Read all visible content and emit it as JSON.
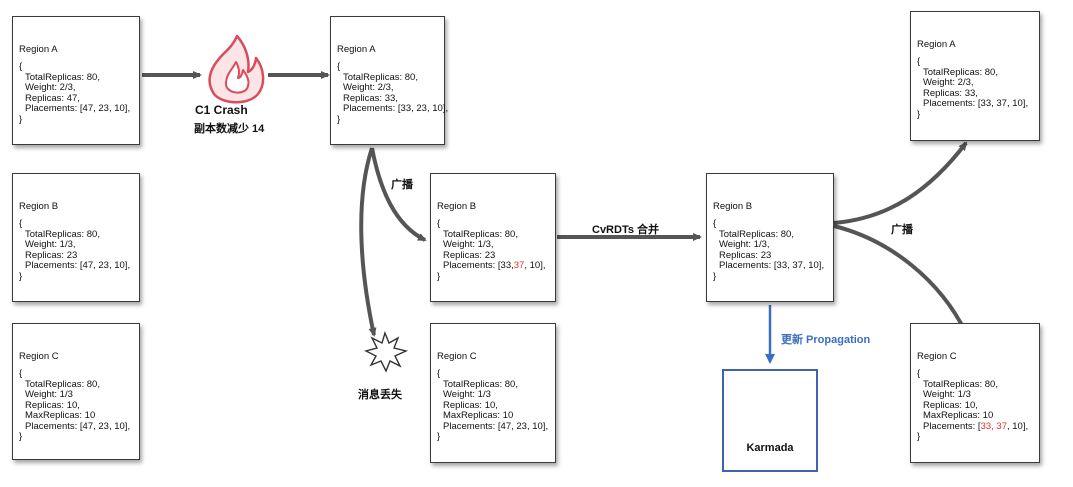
{
  "boxes": {
    "a1": {
      "title": "Region A",
      "lines": [
        "{",
        "TotalReplicas: 80,",
        "Weight: 2/3,",
        "Replicas: 47,",
        "Placements: [47, 23, 10],",
        "}"
      ]
    },
    "b1": {
      "title": "Region B",
      "lines": [
        "{",
        "TotalReplicas: 80,",
        "Weight: 1/3,",
        "Replicas: 23",
        "Placements: [47, 23, 10],",
        "}"
      ]
    },
    "c1": {
      "title": "Region C",
      "lines": [
        "{",
        "TotalReplicas: 80,",
        "Weight: 1/3",
        "Replicas: 10,",
        "MaxReplicas: 10",
        "Placements: [47, 23, 10],",
        "}"
      ]
    },
    "a2": {
      "title": "Region A",
      "lines": [
        "{",
        "TotalReplicas: 80,",
        "Weight: 2/3,",
        "Replicas: 33,",
        "Placements: [33, 23, 10],",
        "}"
      ]
    },
    "b2": {
      "title": "Region B",
      "lines": [
        "{",
        "TotalReplicas: 80,",
        "Weight: 1/3,",
        "Replicas: 23"
      ],
      "placements_prefix": "Placements: [33,",
      "placements_highlight": "37",
      "placements_suffix": ", 10],",
      "close": "}"
    },
    "c2": {
      "title": "Region C",
      "lines": [
        "{",
        "TotalReplicas: 80,",
        "Weight: 1/3",
        "Replicas: 10,",
        "MaxReplicas: 10",
        "Placements: [47, 23, 10],",
        "}"
      ]
    },
    "b3": {
      "title": "Region B",
      "lines": [
        "{",
        "TotalReplicas: 80,",
        "Weight: 1/3,",
        "Replicas: 23",
        "Placements: [33, 37, 10],",
        "}"
      ]
    },
    "a3": {
      "title": "Region A",
      "lines": [
        "{",
        "TotalReplicas: 80,",
        "Weight: 2/3,",
        "Replicas: 33,",
        "Placements: [33, 37, 10],",
        "}"
      ]
    },
    "c3": {
      "title": "Region C",
      "lines": [
        "{",
        "TotalReplicas: 80,",
        "Weight: 1/3",
        "Replicas: 10,",
        "MaxReplicas: 10"
      ],
      "placements_prefix": "Placements: [",
      "placements_highlight": "33, 37",
      "placements_suffix": ", 10],",
      "close": "}"
    }
  },
  "labels": {
    "crash_title": "C1 Crash",
    "crash_sub": "副本数减少 14",
    "broadcast_1": "广播",
    "message_lost": "消息丢失",
    "merge": "CvRDTs 合并",
    "broadcast_2": "广播",
    "update": "更新 Propagation",
    "karmada": "Karmada"
  },
  "colors": {
    "highlight": "#d9352b",
    "fire_stroke": "#d94d5b",
    "fire_fill": "#fde4e6",
    "karmada_blue": "#3a7be0",
    "karmada_border": "#3f63b0",
    "update_blue": "#3a6fc4",
    "arrow": "#555555"
  },
  "icons": {
    "fire": "fire-icon",
    "burst": "burst-icon",
    "karmada": "karmada-sails-icon"
  }
}
